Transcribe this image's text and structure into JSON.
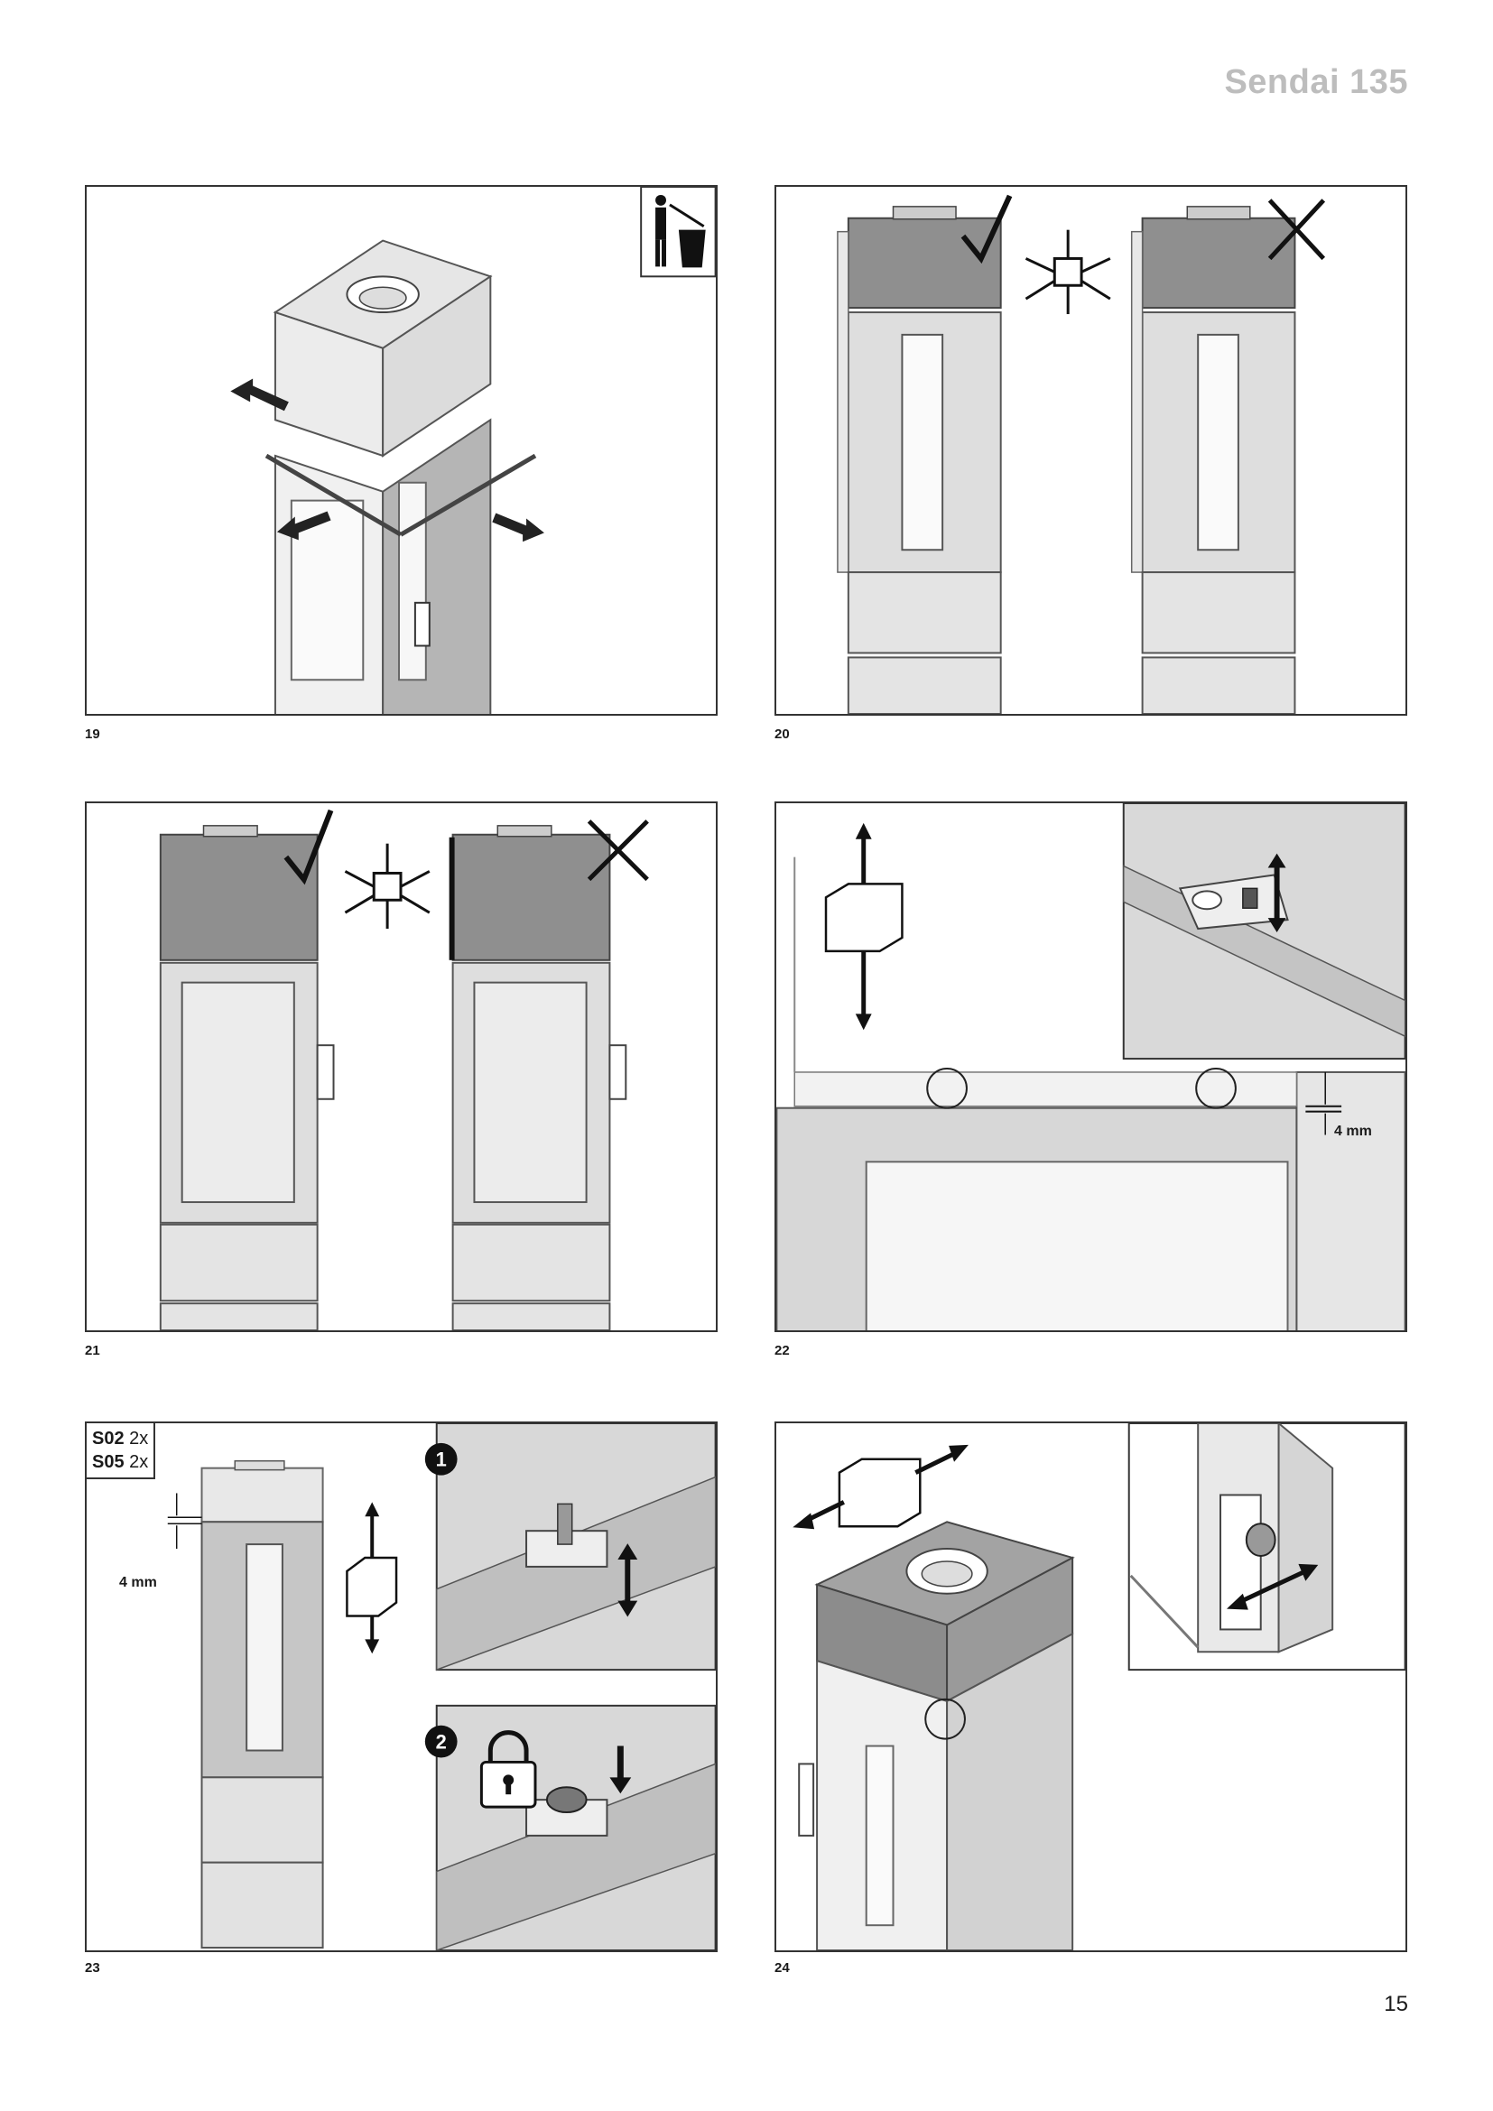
{
  "header": {
    "title": "Sendai 135"
  },
  "figures": [
    {
      "number": "19"
    },
    {
      "number": "20"
    },
    {
      "number": "21"
    },
    {
      "number": "22",
      "dimension": "4 mm"
    },
    {
      "number": "23",
      "dimension": "4 mm",
      "parts": [
        {
          "code": "S02",
          "qty": "2x"
        },
        {
          "code": "S05",
          "qty": "2x"
        }
      ],
      "steps": [
        "1",
        "2"
      ]
    },
    {
      "number": "24"
    }
  ],
  "page": {
    "number": "15"
  },
  "colors": {
    "header_text": "#bdbdbd",
    "stove_panel": "#c8c8c8",
    "stove_top_dark": "#8f8f8f",
    "outline": "#333333"
  },
  "icons": [
    "disposal-icon",
    "checkmark-icon",
    "cross-icon",
    "lock-icon",
    "arrow-icon",
    "cube-move-icon"
  ]
}
